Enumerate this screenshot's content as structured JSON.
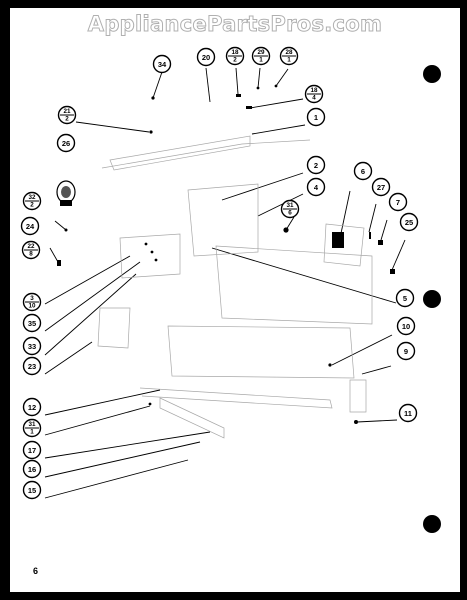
{
  "watermark": "AppliancePartsPros.com",
  "page_number": "6",
  "callouts": [
    {
      "id": "34",
      "top": "34"
    },
    {
      "id": "20",
      "top": "20"
    },
    {
      "id": "18-2",
      "top": "18",
      "bottom": "2"
    },
    {
      "id": "29-1",
      "top": "29",
      "bottom": "1"
    },
    {
      "id": "28-1",
      "top": "28",
      "bottom": "1"
    },
    {
      "id": "18-4",
      "top": "18",
      "bottom": "4"
    },
    {
      "id": "21-2",
      "top": "21",
      "bottom": "2"
    },
    {
      "id": "1",
      "top": "1"
    },
    {
      "id": "26",
      "top": "26"
    },
    {
      "id": "2",
      "top": "2"
    },
    {
      "id": "6",
      "top": "6"
    },
    {
      "id": "27",
      "top": "27"
    },
    {
      "id": "4",
      "top": "4"
    },
    {
      "id": "32-2",
      "top": "32",
      "bottom": "2"
    },
    {
      "id": "31-6",
      "top": "31",
      "bottom": "6"
    },
    {
      "id": "7",
      "top": "7"
    },
    {
      "id": "25",
      "top": "25"
    },
    {
      "id": "24",
      "top": "24"
    },
    {
      "id": "22-8",
      "top": "22",
      "bottom": "8"
    },
    {
      "id": "5",
      "top": "5"
    },
    {
      "id": "3-10",
      "top": "3",
      "bottom": "10"
    },
    {
      "id": "35",
      "top": "35"
    },
    {
      "id": "10",
      "top": "10"
    },
    {
      "id": "33",
      "top": "33"
    },
    {
      "id": "9",
      "top": "9"
    },
    {
      "id": "23",
      "top": "23"
    },
    {
      "id": "12",
      "top": "12"
    },
    {
      "id": "11",
      "top": "11"
    },
    {
      "id": "31-1",
      "top": "31",
      "bottom": "1"
    },
    {
      "id": "17",
      "top": "17"
    },
    {
      "id": "16",
      "top": "16"
    },
    {
      "id": "15",
      "top": "15"
    }
  ]
}
